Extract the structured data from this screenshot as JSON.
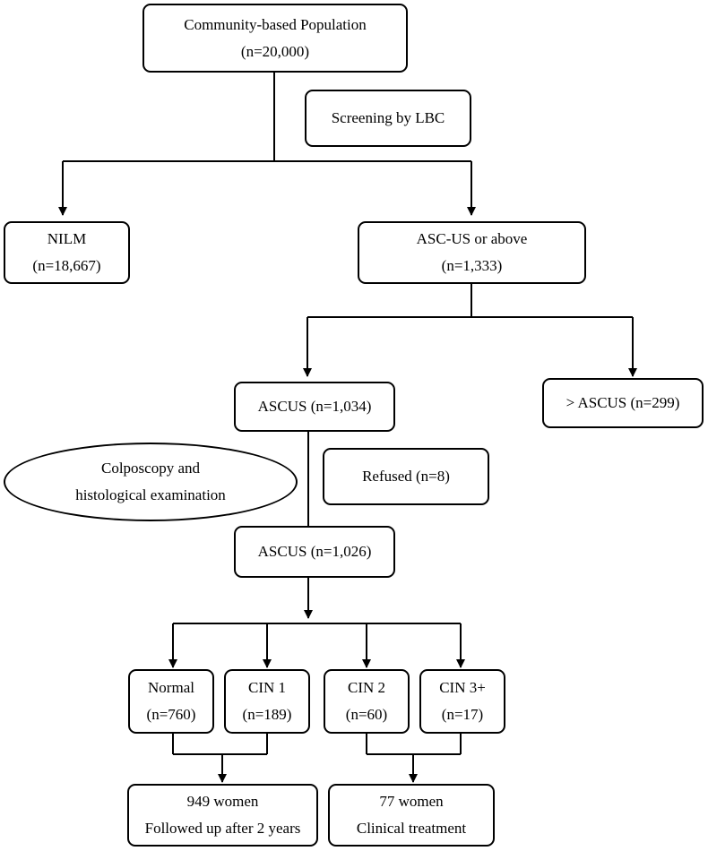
{
  "nodes": {
    "population": {
      "line1": "Community-based Population",
      "line2": "(n=20,000)"
    },
    "screening": {
      "line1": "Screening by LBC"
    },
    "nilm": {
      "line1": "NILM",
      "line2": "(n=18,667)"
    },
    "ascus_or_above": {
      "line1": "ASC-US or  above",
      "line2": "(n=1,333)"
    },
    "ascus_1034": {
      "line1": "ASCUS  (n=1,034)"
    },
    "gt_ascus": {
      "line1": "> ASCUS (n=299)"
    },
    "colposcopy": {
      "line1": "Colposcopy and",
      "line2": "histological examination"
    },
    "refused": {
      "line1": "Refused (n=8)"
    },
    "ascus_1026": {
      "line1": "ASCUS  (n=1,026)"
    },
    "normal": {
      "line1": "Normal",
      "line2": "(n=760)"
    },
    "cin1": {
      "line1": "CIN 1",
      "line2": "(n=189)"
    },
    "cin2": {
      "line1": "CIN 2",
      "line2": "(n=60)"
    },
    "cin3": {
      "line1": "CIN 3+",
      "line2": "(n=17)"
    },
    "followed": {
      "line1": "949 women",
      "line2": "Followed up after 2 years"
    },
    "treatment": {
      "line1": "77 women",
      "line2": "Clinical treatment"
    }
  }
}
